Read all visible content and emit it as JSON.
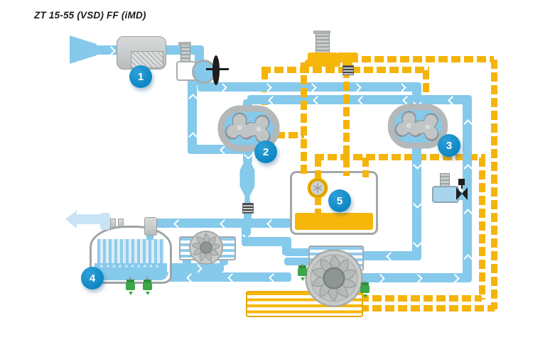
{
  "title": "ZT 15-55 (VSD) FF (iMD)",
  "badges": [
    "1",
    "2",
    "3",
    "4",
    "5"
  ],
  "dryer_band": "^^^^^^^^^^",
  "colors": {
    "pipe_blue": "#85C9EB",
    "pipe_pale": "#C8E3F5",
    "pipe_yellow": "#F5B40A",
    "badge_blue": "#0F86C4",
    "drain_green": "#3CA648",
    "oil": "#F6B70A"
  }
}
